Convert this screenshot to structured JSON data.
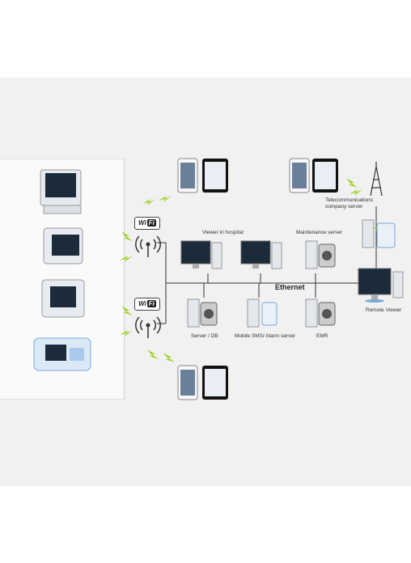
{
  "labels": {
    "viewer_in_hospital": "Viewer in hospital",
    "maintenance_server": "Maintenance server",
    "telecom_server": "Telecommunications\ncompany server",
    "ethernet": "Ethernet",
    "remote_viewer": "Remote Viewer",
    "server_db": "Server / DB",
    "mobile_sms": "Mobile SMS/ Alarm server",
    "emr": "EMR"
  },
  "wifi_badges": [
    {
      "left": "Wi",
      "right": "Fi"
    },
    {
      "left": "Wi",
      "right": "Fi"
    }
  ],
  "colors": {
    "lightning": "#9fd12a",
    "line": "#333333",
    "screen": "#1c2b3a",
    "panel": "#f1f1f1"
  }
}
